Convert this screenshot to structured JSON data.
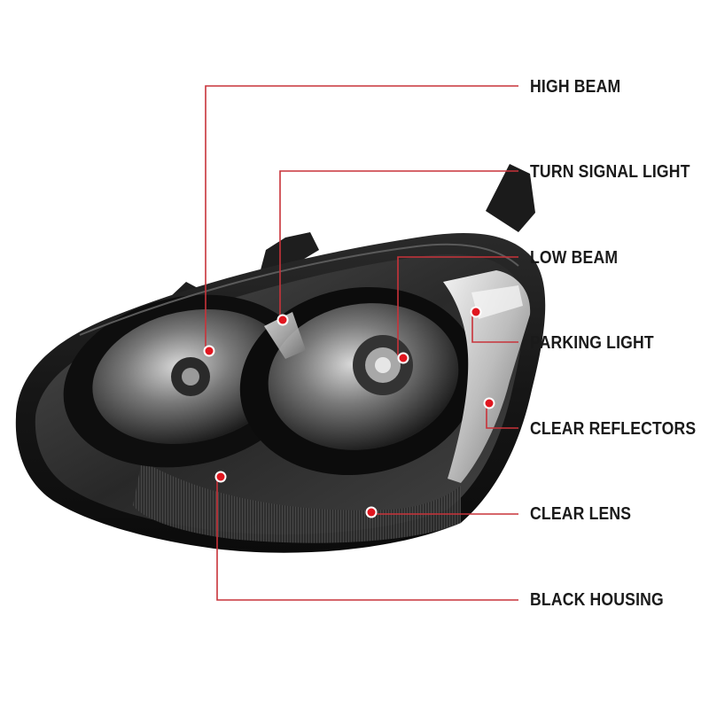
{
  "colors": {
    "leader_line": "#c8333a",
    "marker_dot": "#e0161f",
    "label_text": "#1a1a1a",
    "housing": "#141414",
    "lens": "#3a3a3a"
  },
  "callouts": [
    {
      "id": "high-beam",
      "label": "HIGH BEAM"
    },
    {
      "id": "turn-signal-light",
      "label": "TURN SIGNAL LIGHT"
    },
    {
      "id": "low-beam",
      "label": "LOW BEAM"
    },
    {
      "id": "parking-light",
      "label": "PARKING LIGHT"
    },
    {
      "id": "clear-reflectors",
      "label": "CLEAR REFLECTORS"
    },
    {
      "id": "clear-lens",
      "label": "CLEAR LENS"
    },
    {
      "id": "black-housing",
      "label": "BLACK HOUSING"
    }
  ]
}
